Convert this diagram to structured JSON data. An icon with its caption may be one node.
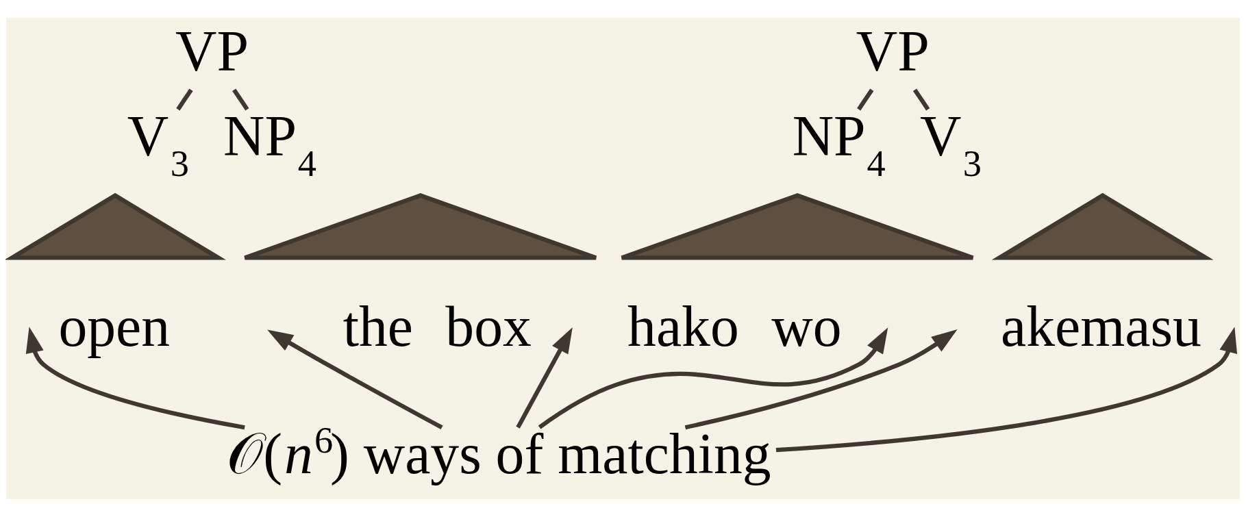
{
  "diagram": {
    "nodes": [
      {
        "text": [
          "VP"
        ]
      },
      {
        "text": [
          "V$_{3}$"
        ]
      },
      {
        "text": [
          "NP$_{4}$"
        ]
      },
      {
        "text": [],
        "shape": "triangle",
        "beside": [
          "open"
        ]
      },
      {
        "text": [],
        "shape": "triangle",
        "beside": [
          "the",
          "box"
        ]
      },
      {
        "text": [
          "VP"
        ]
      },
      {
        "text": [
          "NP$_{4}$"
        ]
      },
      {
        "text": [
          "V$_{3}$"
        ]
      },
      {
        "text": [],
        "shape": "triangle",
        "beside": [
          "hako",
          "wo"
        ]
      },
      {
        "text": [],
        "shape": "triangle",
        "beside": [
          "akemasu"
        ]
      },
      {
        "text": [
          "𝒪(*n*$^{6}$) ways of matching"
        ]
      }
    ],
    "edges": [
      {
        "from": 0,
        "to": 1,
        "arrow": "none"
      },
      {
        "from": 0,
        "to": 2,
        "arrow": "none"
      },
      {
        "from": 5,
        "to": 6,
        "arrow": "none"
      },
      {
        "from": 5,
        "to": 7,
        "arrow": "none"
      },
      {
        "from": 10,
        "to": null,
        "arrow": "to"
      },
      {
        "from": 10,
        "to": null,
        "arrow": "to"
      },
      {
        "from": 10,
        "to": null,
        "arrow": "to"
      },
      {
        "from": 10,
        "to": null,
        "arrow": "to"
      },
      {
        "from": 10,
        "to": null,
        "arrow": "to"
      },
      {
        "from": 10,
        "to": null,
        "arrow": "to"
      }
    ]
  }
}
